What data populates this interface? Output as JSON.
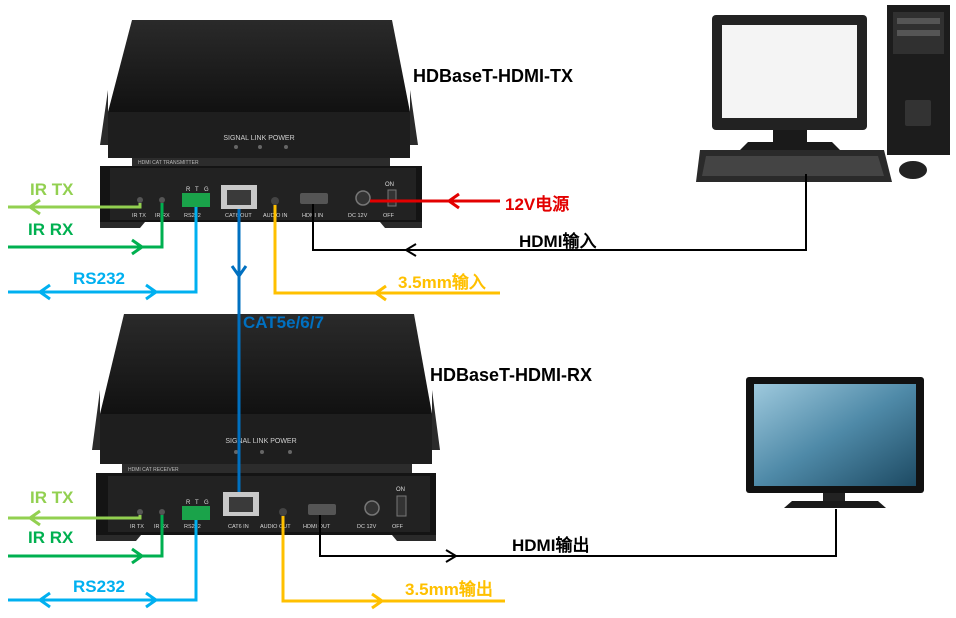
{
  "tx_device": {
    "name": "HDBaseT-HDMI-TX",
    "front_leds": "SIGNAL  LINK  POWER",
    "front_strip": "HDMI CAT TRANSMITTER",
    "port_labels": [
      "IR TX",
      "IR RX",
      "RS232",
      "CAT6 OUT",
      "AUDIO IN",
      "HDMI IN",
      "DC 12V",
      "OFF"
    ],
    "switch_label": "ON"
  },
  "rx_device": {
    "name": "HDBaseT-HDMI-RX",
    "front_leds": "SIGNAL  LINK  POWER",
    "front_strip": "HDMI CAT RECEIVER",
    "port_labels": [
      "IR TX",
      "IR RX",
      "RS232",
      "CAT6 IN",
      "AUDIO OUT",
      "HDMI OUT",
      "DC 12V",
      "OFF"
    ],
    "switch_label": "ON"
  },
  "terminal_letters": [
    "R",
    "T",
    "G"
  ],
  "labels": {
    "tx_ir_tx": "IR TX",
    "tx_ir_rx": "IR RX",
    "tx_rs232": "RS232",
    "power": "12V电源",
    "hdmi_in": "HDMI输入",
    "audio_in": "3.5mm输入",
    "cable": "CAT5e/6/7",
    "rx_ir_tx": "IR TX",
    "rx_ir_rx": "IR RX",
    "rx_rs232": "RS232",
    "hdmi_out": "HDMI输出",
    "audio_out": "3.5mm输出"
  },
  "colors": {
    "ir_tx": "#92d050",
    "ir_rx": "#00b050",
    "rs232": "#00b0f0",
    "audio": "#ffc000",
    "cat": "#0070c0",
    "power": "#e30000",
    "hdmi": "#000000",
    "device_body": "#1b1b1b"
  }
}
